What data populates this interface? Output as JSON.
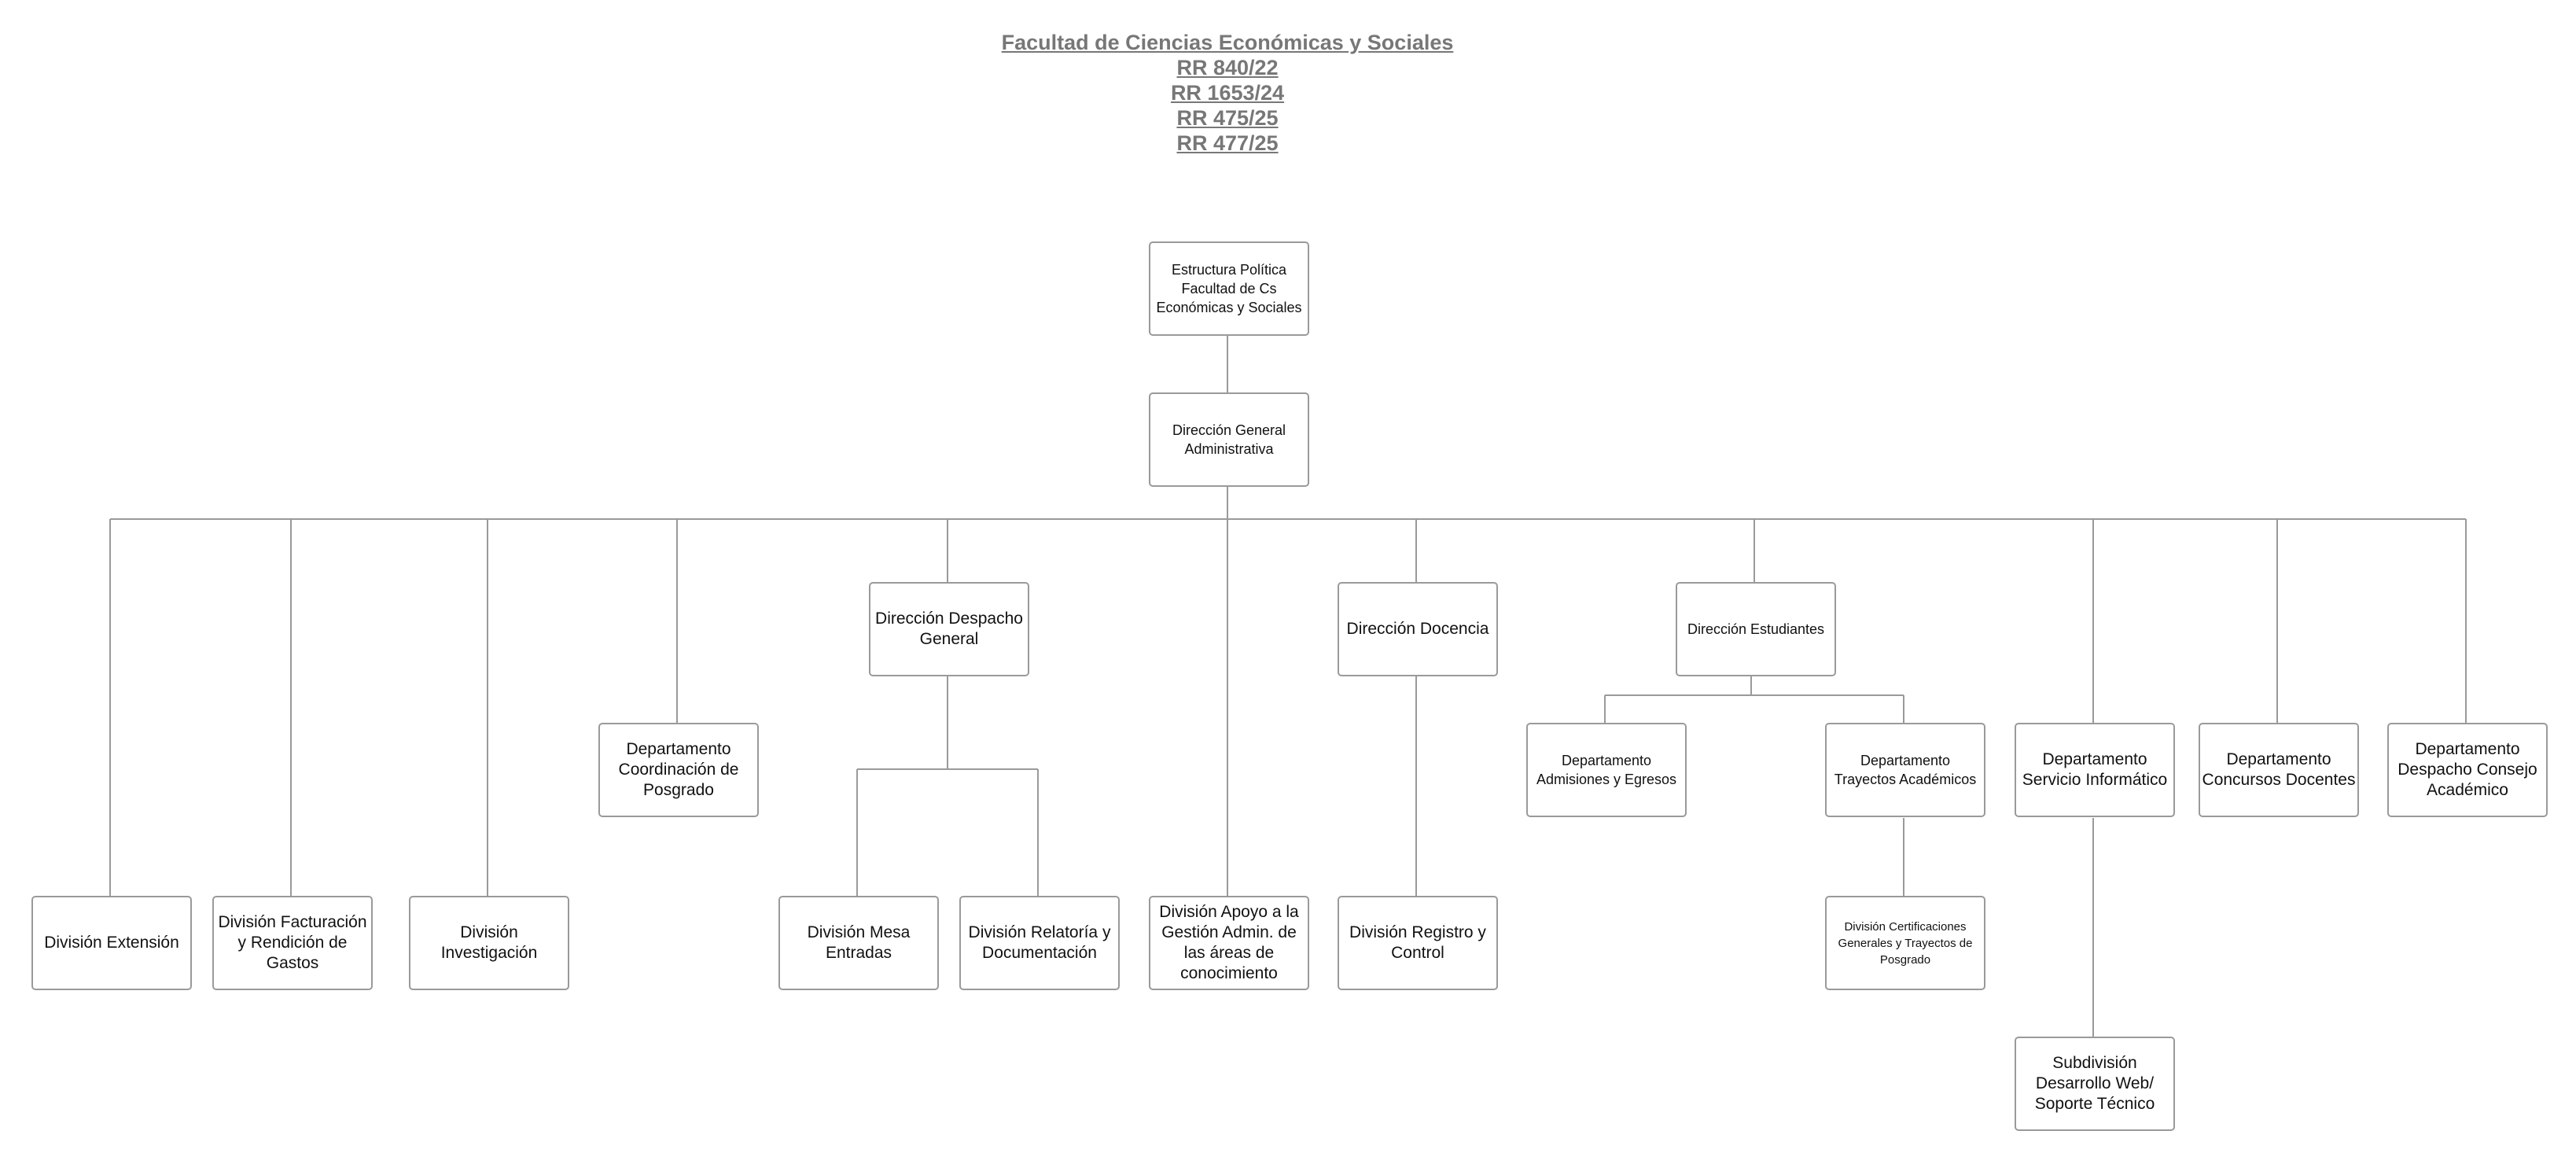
{
  "title": {
    "heading": "Facultad de Ciencias Económicas y Sociales",
    "resolutions": [
      "RR 840/22",
      "RR 1653/24",
      "RR 475/25",
      "RR 477/25"
    ]
  },
  "nodes": {
    "estructura": "Estructura Política Facultad de Cs Económicas y Sociales",
    "dga": "Dirección General Administrativa",
    "dir_despacho": "Dirección Despacho General",
    "dir_docencia": "Dirección Docencia",
    "dir_estudiantes": "Dirección Estudiantes",
    "dep_posgrado": "Departamento Coordinación de Posgrado",
    "dep_admisiones": "Departamento Admisiones y Egresos",
    "dep_trayectos": "Departamento Trayectos Académicos",
    "dep_servicio": "Departamento Servicio Informático",
    "dep_concursos": "Departamento Concursos Docentes",
    "dep_consejo": "Departamento Despacho Consejo Académico",
    "div_extension": "División Extensión",
    "div_facturacion": "División Facturación y Rendición de Gastos",
    "div_investigacion": "División Investigación",
    "div_mesa": "División Mesa Entradas",
    "div_relatoria": "División Relatoría y Documentación",
    "div_apoyo": "División Apoyo a la Gestión Admin. de las áreas de conocimiento",
    "div_registro": "División Registro y Control",
    "div_certificaciones": "División Certificaciones Generales y Trayectos de Posgrado",
    "sub_web": "Subdivisión Desarrollo Web/ Soporte Técnico"
  },
  "colors": {
    "line": "#9a9a9a",
    "title": "#777777"
  }
}
